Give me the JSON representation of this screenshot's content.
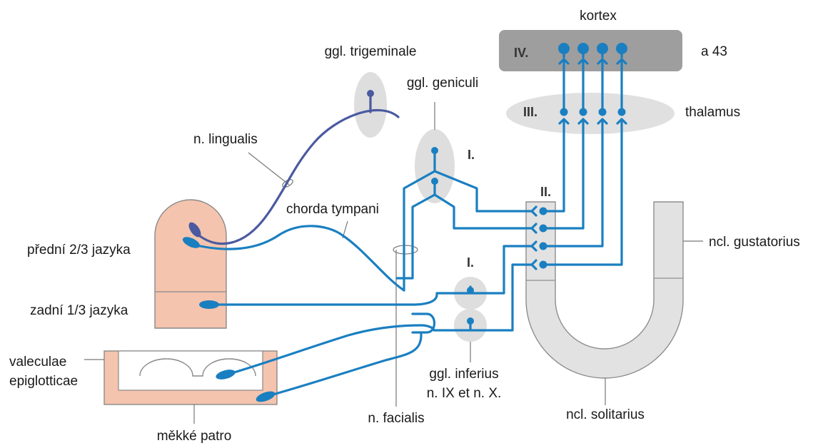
{
  "labels": {
    "kortex": "kortex",
    "area": "a 43",
    "thalamus": "thalamus",
    "ggl_trigeminale": "ggl. trigeminale",
    "ggl_geniculi": "ggl. geniculi",
    "n_lingualis": "n. lingualis",
    "chorda_tympani": "chorda tympani",
    "predni_jazyk": "přední 2/3 jazyka",
    "zadni_jazyk": "zadní 1/3 jazyka",
    "valeculae_1": "valeculae",
    "valeculae_2": "epiglotticae",
    "mekke_patro": "měkké patro",
    "n_facialis": "n. facialis",
    "ggl_inferius_1": "ggl. inferius",
    "ggl_inferius_2": "n. IX et n. X.",
    "ncl_solitarius": "ncl. solitarius",
    "ncl_gustatorius": "ncl. gustatorius"
  },
  "neuron_levels": {
    "level_4": "IV.",
    "level_3": "III.",
    "level_2": "II.",
    "level_1_upper": "I.",
    "level_1_lower": "I."
  },
  "colors": {
    "fiber": "#1a7fc1",
    "trigeminal_fiber": "#4a5aa0",
    "cortex": "#9e9e9e",
    "thalamus": "#e0e0e0",
    "ganglion": "#dedede",
    "tongue": "#f4c4ae",
    "nucleus": "#e2e2e2"
  }
}
